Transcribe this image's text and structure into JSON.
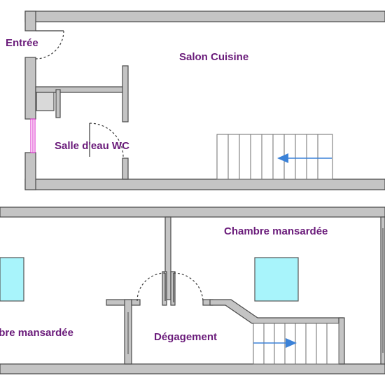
{
  "rooms": {
    "entree": "Entrée",
    "salon_cuisine": "Salon Cuisine",
    "salle_deau_wc": "Salle d'eau WC",
    "chambre_mansardee_right": "Chambre mansardée",
    "chambre_mansardee_left": "Chambre mansardée",
    "degagement": "Dégagement"
  },
  "colors": {
    "label": "#6a1b7a",
    "wall_fill": "#c4c4c4",
    "wall_stroke": "#4a4a4a",
    "window_glass": "#a8f4fb",
    "stair_arrow": "#3b82d8",
    "window_pink": "#e040d0"
  }
}
